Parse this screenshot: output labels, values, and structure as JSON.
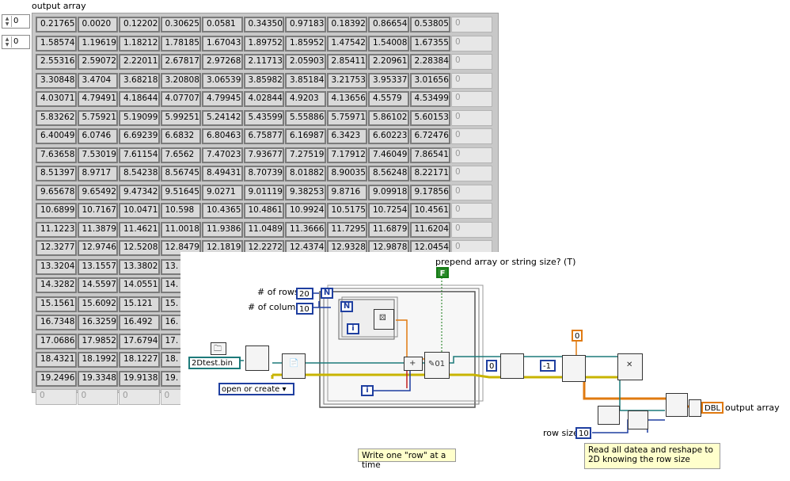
{
  "front_panel": {
    "array_label": "output array",
    "row_index": "0",
    "col_index": "0",
    "empty_cell": "0",
    "rows": [
      [
        "0.21765",
        "0.0020",
        "0.12202",
        "0.30625",
        "0.0581",
        "0.34350",
        "0.97183",
        "0.18392",
        "0.86654",
        "0.53805"
      ],
      [
        "1.58574",
        "1.19619",
        "1.18212",
        "1.78185",
        "1.67043",
        "1.89752",
        "1.85952",
        "1.47542",
        "1.54008",
        "1.67355"
      ],
      [
        "2.55316",
        "2.59072",
        "2.22011",
        "2.67817",
        "2.97268",
        "2.11713",
        "2.05903",
        "2.85411",
        "2.20961",
        "2.28384"
      ],
      [
        "3.30848",
        "3.4704",
        "3.68218",
        "3.20808",
        "3.06539",
        "3.85982",
        "3.85184",
        "3.21753",
        "3.95337",
        "3.01656"
      ],
      [
        "4.03071",
        "4.79491",
        "4.18644",
        "4.07707",
        "4.79945",
        "4.02844",
        "4.9203",
        "4.13656",
        "4.5579",
        "4.53499"
      ],
      [
        "5.83262",
        "5.75921",
        "5.19099",
        "5.99251",
        "5.24142",
        "5.43599",
        "5.55886",
        "5.75971",
        "5.86102",
        "5.60153"
      ],
      [
        "6.40049",
        "6.0746",
        "6.69239",
        "6.6832",
        "6.80463",
        "6.75877",
        "6.16987",
        "6.3423",
        "6.60223",
        "6.72476"
      ],
      [
        "7.63658",
        "7.53019",
        "7.61154",
        "7.6562",
        "7.47023",
        "7.93677",
        "7.27519",
        "7.17912",
        "7.46049",
        "7.86541"
      ],
      [
        "8.51397",
        "8.9717",
        "8.54238",
        "8.56745",
        "8.49431",
        "8.70739",
        "8.01882",
        "8.90035",
        "8.56248",
        "8.22171"
      ],
      [
        "9.65678",
        "9.65492",
        "9.47342",
        "9.51645",
        "9.0271",
        "9.01119",
        "9.38253",
        "9.8716",
        "9.09918",
        "9.17856"
      ],
      [
        "10.6899",
        "10.7167",
        "10.0471",
        "10.598",
        "10.4365",
        "10.4861",
        "10.9924",
        "10.5175",
        "10.7254",
        "10.4561"
      ],
      [
        "11.1223",
        "11.3879",
        "11.4621",
        "11.0018",
        "11.9386",
        "11.0489",
        "11.3666",
        "11.7295",
        "11.6879",
        "11.6204"
      ],
      [
        "12.3277",
        "12.9746",
        "12.5208",
        "12.8479",
        "12.1819",
        "12.2272",
        "12.4374",
        "12.9328",
        "12.9878",
        "12.0454"
      ],
      [
        "13.3204",
        "13.1557",
        "13.3802",
        "13."
      ],
      [
        "14.3282",
        "14.5597",
        "14.0551",
        "14."
      ],
      [
        "15.1561",
        "15.6092",
        "15.121",
        "15."
      ],
      [
        "16.7348",
        "16.3259",
        "16.492",
        "16."
      ],
      [
        "17.0686",
        "17.9852",
        "17.6794",
        "17."
      ],
      [
        "18.4321",
        "18.1992",
        "18.1227",
        "18."
      ],
      [
        "19.2496",
        "19.3348",
        "19.9138",
        "19."
      ]
    ]
  },
  "diagram": {
    "prepend_label": "prepend array or string size? (T)",
    "prepend_const": "F",
    "rows_label": "# of rows",
    "rows_value": "20",
    "cols_label": "# of columns",
    "cols_value": "10",
    "n_terminal": "N",
    "i_terminal": "i",
    "file_name": "2Dtest.bin",
    "open_mode": "open or create",
    "zero_const": "0",
    "neg_one_const": "-1",
    "orange_zero_const": "0",
    "row_size_label": "row size",
    "row_size_value": "10",
    "dbl_indicator": "DBL",
    "output_label": "output array",
    "note_write": "Write one \"row\" at a time",
    "note_read": "Read all datea and reshape to 2D knowing the row size"
  },
  "colors": {
    "int_wire": "#1f3fa0",
    "dbl_wire": "#e07a10",
    "file_wire": "#1d7a7a",
    "bool_wire": "#147a14",
    "error_wire": "#c8b400"
  }
}
